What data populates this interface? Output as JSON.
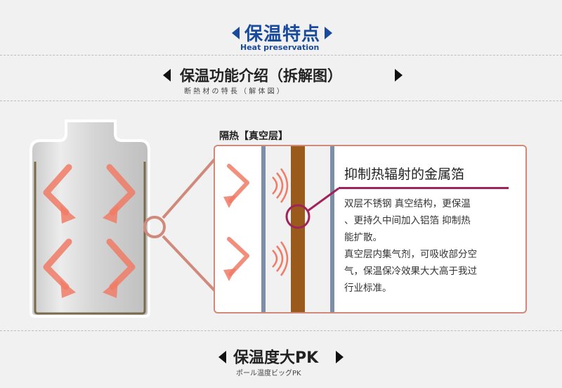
{
  "header1": {
    "title": "保温特点",
    "subtitle": "Heat preservation",
    "color": "#1a4a9c"
  },
  "header2": {
    "title": "保温功能介绍（拆解图）",
    "subtitle": "断 熱 材 の 特 長 （ 解 体 図 ）"
  },
  "diagram": {
    "label": "隔热【真空层】",
    "callout_title": "抑制热辐射的金属箔",
    "callout_body": [
      "双层不锈钢 真空结构，更保温",
      "、更持久中间加入铝箔 抑制热",
      "能扩散。",
      "真空层内集气剂，可吸收部分空",
      "气，保温保冷效果大大高于我过",
      "行业标准。"
    ],
    "accent_color": "#a0245a",
    "arrow_color": "#f07b66"
  },
  "header3": {
    "title": "保温度大PK",
    "subtitle": "ポール温度ビッグPK"
  }
}
